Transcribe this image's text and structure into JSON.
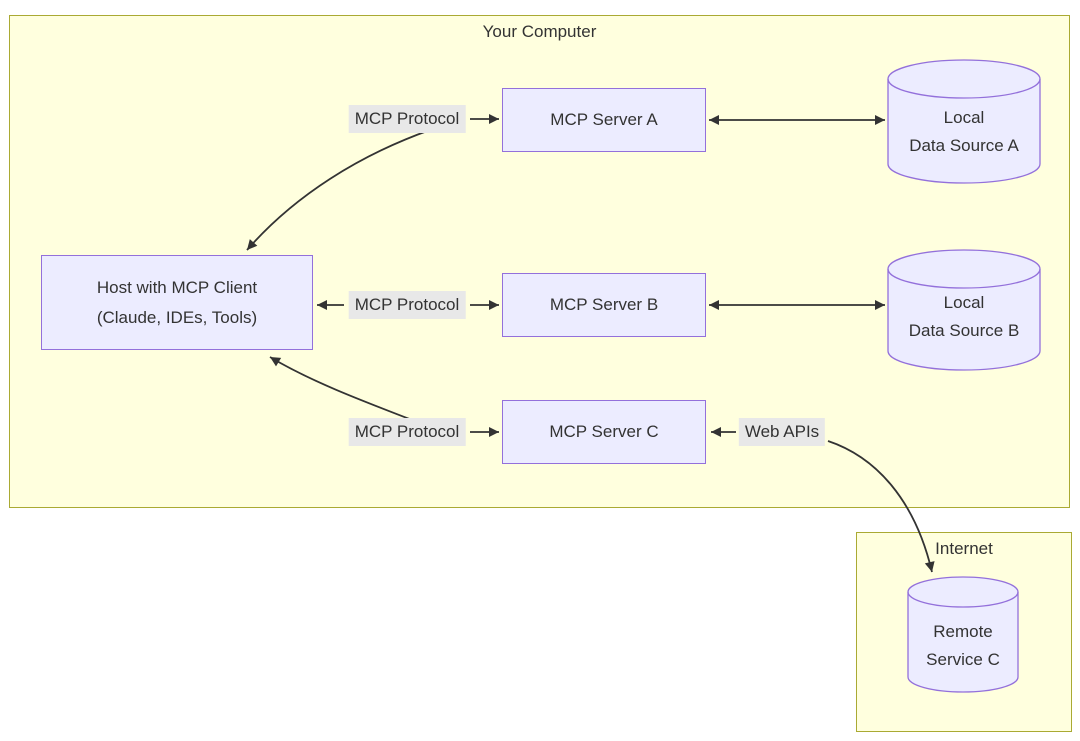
{
  "diagram": {
    "clusters": {
      "your_computer": {
        "title": "Your Computer"
      },
      "internet": {
        "title": "Internet"
      }
    },
    "nodes": {
      "host": {
        "line1": "Host with MCP Client",
        "line2": "(Claude, IDEs, Tools)"
      },
      "server_a": {
        "label": "MCP Server A"
      },
      "server_b": {
        "label": "MCP Server B"
      },
      "server_c": {
        "label": "MCP Server C"
      },
      "data_source_a": {
        "line1": "Local",
        "line2": "Data Source A"
      },
      "data_source_b": {
        "line1": "Local",
        "line2": "Data Source B"
      },
      "remote_service_c": {
        "line1": "Remote",
        "line2": "Service C"
      }
    },
    "edge_labels": {
      "protocol_a": "MCP Protocol",
      "protocol_b": "MCP Protocol",
      "protocol_c": "MCP Protocol",
      "web_apis": "Web APIs"
    }
  },
  "colors": {
    "page_bg": "#ffffff",
    "cluster_fill": "#ffffde",
    "cluster_border": "#aaaa33",
    "node_fill": "#ececff",
    "node_border": "#9370db",
    "edge_label_bg": "#e8e8e8",
    "edge_color": "#333333",
    "text_color": "#333333"
  }
}
